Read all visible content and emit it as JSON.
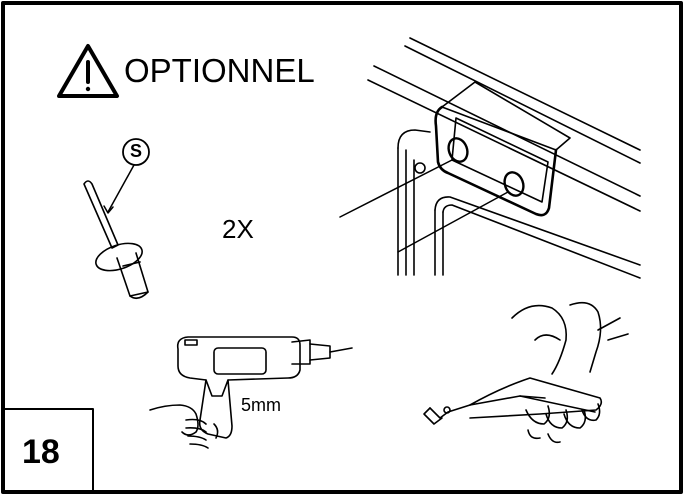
{
  "warning": {
    "label": "OPTIONNEL",
    "icon": "warning-triangle-icon"
  },
  "part": {
    "letter": "S"
  },
  "quantity": {
    "label": "2X"
  },
  "drill": {
    "bit_size": "5mm"
  },
  "step": {
    "number": "18"
  },
  "colors": {
    "line": "#000000",
    "background": "#ffffff"
  }
}
